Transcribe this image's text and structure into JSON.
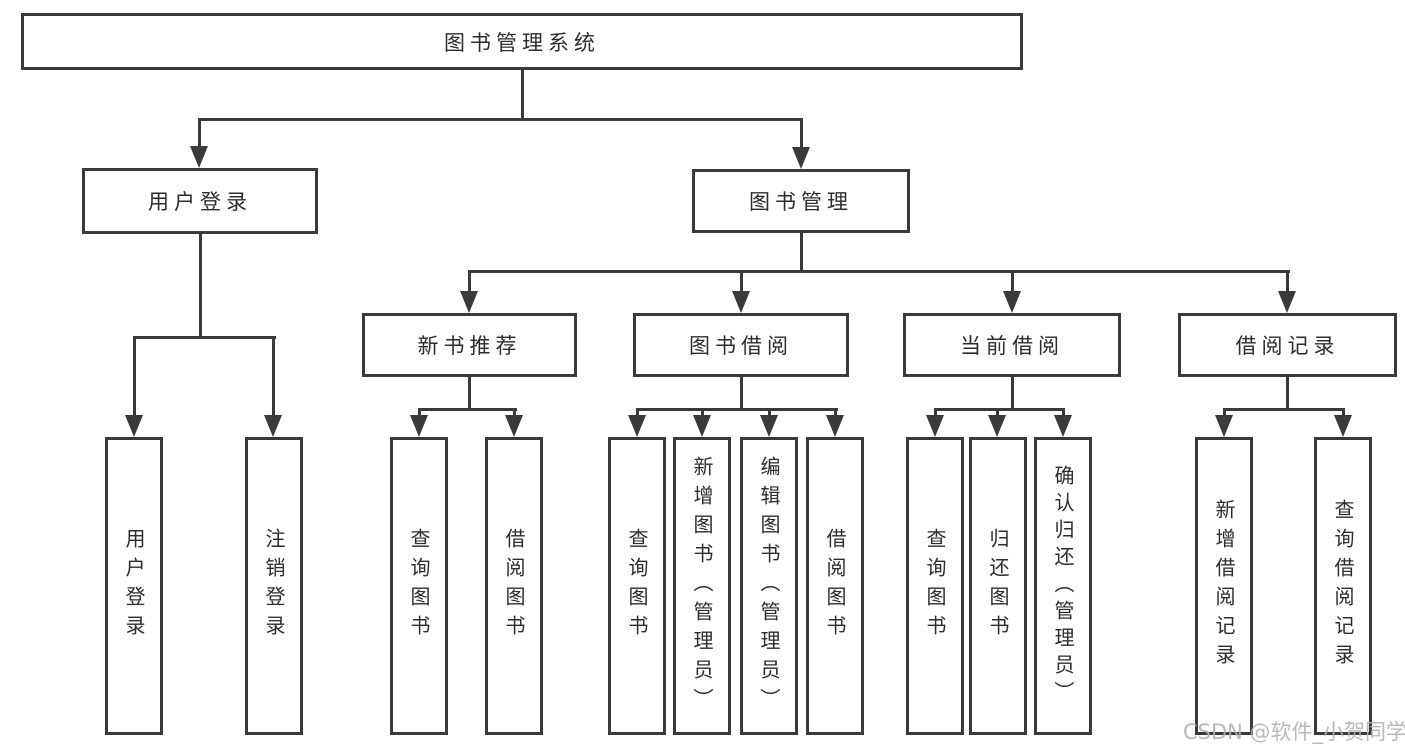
{
  "tree": {
    "root": {
      "label": "图书管理系统",
      "children": [
        {
          "label": "用户登录",
          "children": [
            {
              "label": "用户登录"
            },
            {
              "label": "注销登录"
            }
          ]
        },
        {
          "label": "图书管理",
          "children": [
            {
              "label": "新书推荐",
              "children": [
                {
                  "label": "查询图书"
                },
                {
                  "label": "借阅图书"
                }
              ]
            },
            {
              "label": "图书借阅",
              "children": [
                {
                  "label": "查询图书"
                },
                {
                  "label": "新增图书（管理员）"
                },
                {
                  "label": "编辑图书（管理员）"
                },
                {
                  "label": "借阅图书"
                }
              ]
            },
            {
              "label": "当前借阅",
              "children": [
                {
                  "label": "查询图书"
                },
                {
                  "label": "归还图书"
                },
                {
                  "label": "确认归还（管理员）"
                }
              ]
            },
            {
              "label": "借阅记录",
              "children": [
                {
                  "label": "新增借阅记录"
                },
                {
                  "label": "查询借阅记录"
                }
              ]
            }
          ]
        }
      ]
    }
  },
  "watermark": {
    "text": "CSDN @软件_小贺同学"
  },
  "colors": {
    "background": "#ffffff",
    "line": "#3a3a3a",
    "text": "#2d2d2d",
    "watermark": "#b2b2b2"
  }
}
